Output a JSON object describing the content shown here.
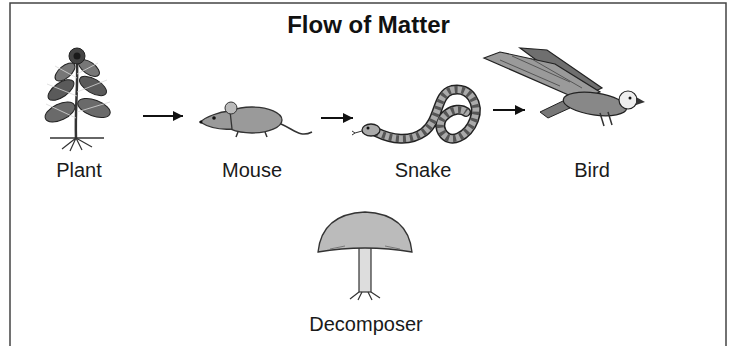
{
  "diagram": {
    "title": "Flow of Matter",
    "nodes": [
      {
        "text": [
          "Plant"
        ]
      },
      {
        "text": [
          "Mouse"
        ]
      },
      {
        "text": [
          "Snake"
        ]
      },
      {
        "text": [
          "Bird"
        ]
      },
      {
        "text": [
          "Decomposer"
        ]
      }
    ],
    "edges": [
      {
        "from": 0,
        "to": 1,
        "arrow": "to"
      },
      {
        "from": 1,
        "to": 2,
        "arrow": "to"
      },
      {
        "from": 2,
        "to": 3,
        "arrow": "to"
      }
    ]
  }
}
